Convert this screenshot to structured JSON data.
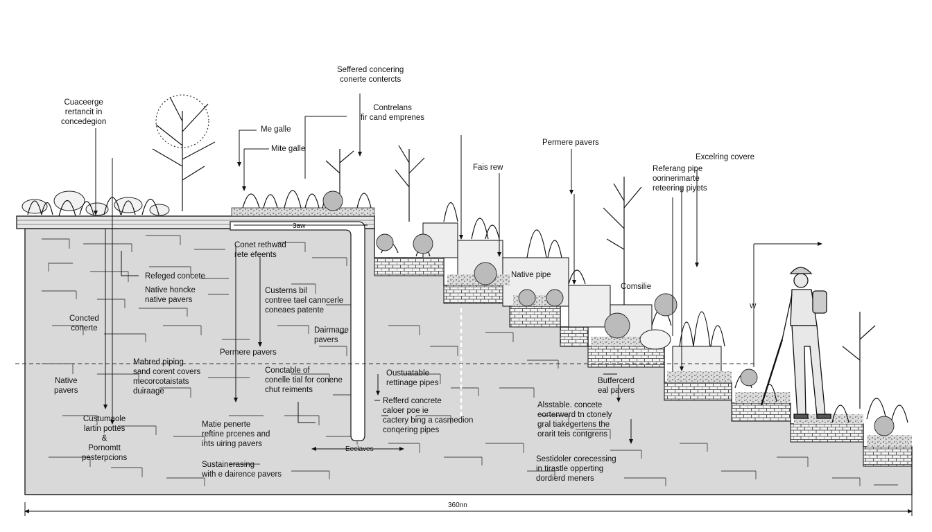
{
  "labels": {
    "top_left": "Cuaceerge\nrertancit in\nconcedegion",
    "top_center": "Seffered concering\nconerte contercts",
    "contercts": "Contrelans\nfir cand emprenes",
    "me_galle": "Me galle",
    "mite_galle": "Mite galle",
    "fais_row": "Fais rew",
    "permere_top": "Permere pavers",
    "excelring": "Excelring covere",
    "referring_pipe": "Referang pipe\noorinerimarte\nreteering piyets",
    "bar_3w": "3aw",
    "refeged": "Refeged concete",
    "native_honcke": "Native honcke\nnative pavers",
    "conet_rethwad": "Conet rethwad\nrete efeents",
    "custerns": "Custerns bil\ncontree tael canncerle\nconeaes patente",
    "native_pipe": "Native pipe",
    "comsilie": "Comsilie",
    "concted": "Concted\nconerte",
    "dairmage": "Dairmage\npavers",
    "permere_mid": "Permere pavers",
    "w_label": "W",
    "mabred": "Mabred piping\nsand corent covers\nmecorcotaistats\nduiraage",
    "native_pavers": "Native\npavers",
    "conctable": "Conctable of\nconelle tial for conene\nchut reiments",
    "oustuable": "Oustuatable\nrettinage pipes",
    "butfercerd": "Butfercerd\neal pavers",
    "reflerd": "Refferd concrete\ncaloer poe ie\ncactery bing a casmedion\nconqering pipes",
    "alsstable": "Alsstable. concete\neorterwerd tn ctonely\ngral tiakegertens the\norarit teis contgrens",
    "custumable": "Custumaole\nlartin pottes\n&\nPornomtt\npesterpcions",
    "matie": "Matie penerte\nreftine prcenes and\nints uiring pavers",
    "eeclaves": "Eeclaves",
    "sustainerasing": "Sustainerasing\nwith e dairence pavers",
    "sestidoler": "Sestidoler corecessing\nin tirastle opperting\ndordierd meners",
    "dimension_bottom": "360nn"
  }
}
